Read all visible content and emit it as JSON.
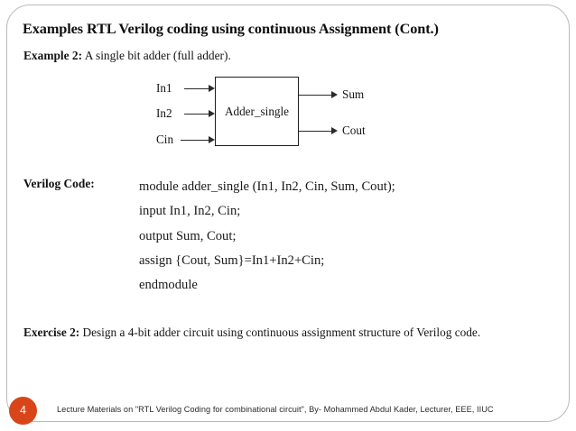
{
  "slide": {
    "title": "Examples RTL Verilog coding using continuous Assignment (Cont.)",
    "example": {
      "lead": "Example 2:",
      "text": " A single bit adder (full adder)."
    },
    "diagram": {
      "block_label": "Adder_single",
      "inputs": [
        "In1",
        "In2",
        "Cin"
      ],
      "outputs": [
        "Sum",
        "Cout"
      ]
    },
    "verilog": {
      "label": "Verilog Code:",
      "lines": [
        "module adder_single (In1, In2, Cin, Sum, Cout);",
        "input In1, In2, Cin;",
        "output Sum, Cout;",
        "assign {Cout, Sum}=In1+In2+Cin;",
        "endmodule"
      ]
    },
    "exercise": {
      "lead": "Exercise 2:",
      "text": " Design a 4-bit adder circuit using continuous assignment structure of Verilog code."
    },
    "footer": {
      "page_number": "4",
      "text": "Lecture Materials on \"RTL Verilog Coding for combinational circuit\", By- Mohammed Abdul Kader, Lecturer, EEE, IIUC"
    },
    "colors": {
      "badge": "#d9451a",
      "frame_border": "#b9b9bd",
      "text": "#1a1a1a"
    }
  }
}
